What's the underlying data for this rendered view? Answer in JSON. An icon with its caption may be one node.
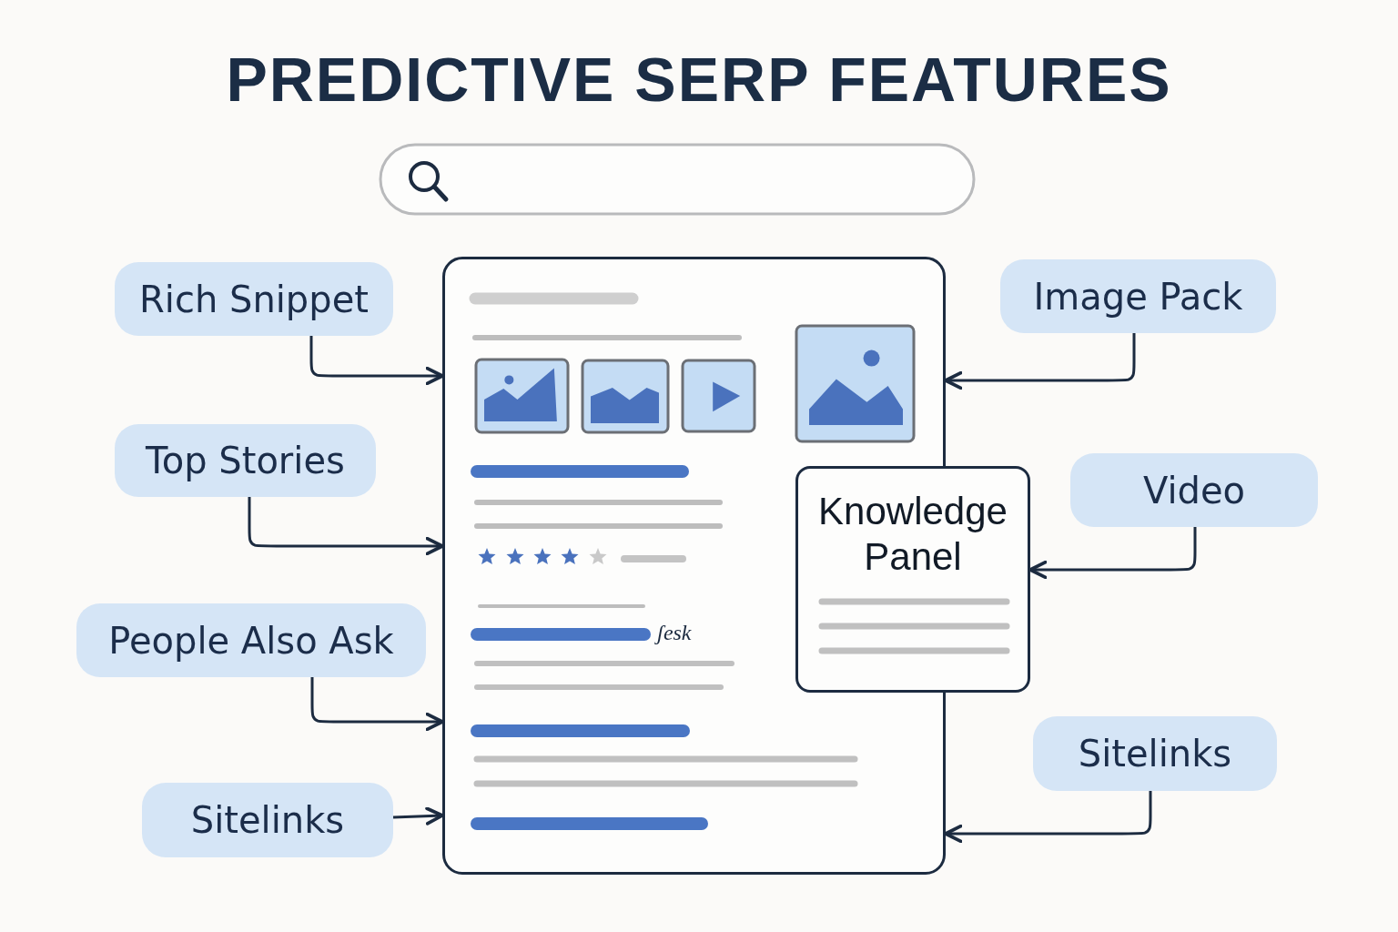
{
  "diagram": {
    "title": "PREDICTIVE SERP FEATURES",
    "nodes": [
      {
        "text": [],
        "shape": "box"
      },
      {
        "text": [
          "Rich Snippet"
        ]
      },
      {
        "text": [
          "Top Stories"
        ]
      },
      {
        "text": [
          "People Also Ask"
        ]
      },
      {
        "text": [
          "Sitelinks"
        ]
      },
      {
        "text": [
          "Image Pack"
        ]
      },
      {
        "text": [
          "Knowledge Panel"
        ]
      },
      {
        "text": [
          "Video"
        ]
      },
      {
        "text": [
          "Sitelinks"
        ]
      }
    ],
    "edges": [
      {
        "from": 1,
        "to": 0,
        "arrow": "to"
      },
      {
        "from": 2,
        "to": 0,
        "arrow": "to"
      },
      {
        "from": 3,
        "to": 0,
        "arrow": "to"
      },
      {
        "from": 4,
        "to": 0,
        "arrow": "to"
      },
      {
        "from": 5,
        "to": 0,
        "arrow": "to"
      },
      {
        "from": 7,
        "to": 6,
        "arrow": "to"
      },
      {
        "from": 8,
        "to": 0,
        "arrow": "to"
      }
    ],
    "labels": [
      "ʃesk"
    ]
  }
}
